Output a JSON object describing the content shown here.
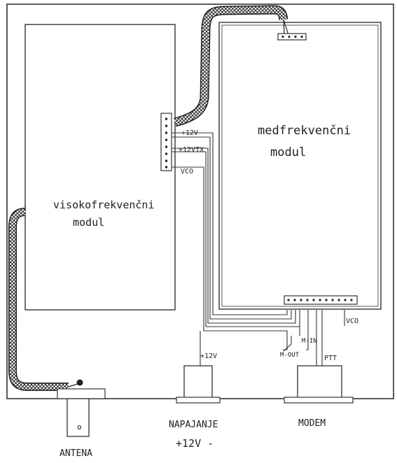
{
  "modules": {
    "hf_line1": "visokofrekvenčni",
    "hf_line2": "modul",
    "if_line1": "medfrekvenčni",
    "if_line2": "modul"
  },
  "connector_labels": {
    "plus12v": "+12V",
    "plus12vtx": "+12VTX",
    "vco_left": "VCO",
    "vco_right": "VCO",
    "power_12v": "+12V",
    "m_in": "M-IN",
    "m_out": "M-OUT",
    "ptt": "PTT"
  },
  "bottom_labels": {
    "antenna": "ANTENA",
    "antenna_symbol": "o",
    "power": "NAPAJANJE",
    "power_value": "+12V -",
    "modem": "MODEM"
  }
}
